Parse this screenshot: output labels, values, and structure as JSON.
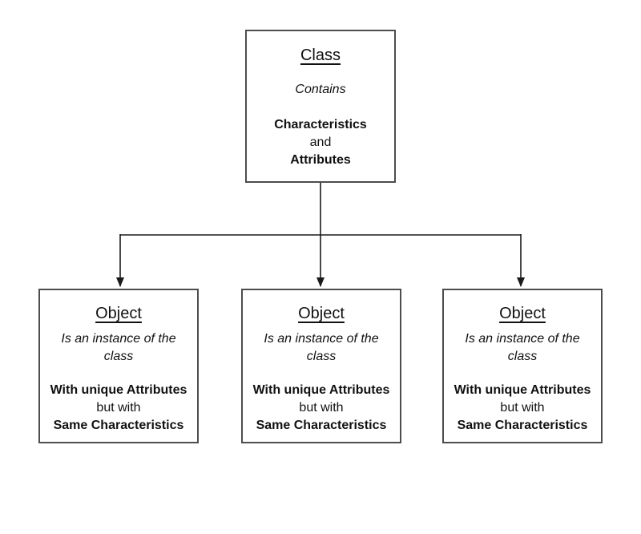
{
  "diagram": {
    "class_box": {
      "title": "Class",
      "subtitle": "Contains",
      "lines": [
        "Characteristics",
        "and",
        "Attributes"
      ]
    },
    "object_boxes": [
      {
        "title": "Object",
        "subtitle": "Is an instance of the class",
        "lines": [
          "With unique Attributes",
          "but with",
          "Same Characteristics"
        ]
      },
      {
        "title": "Object",
        "subtitle": "Is an instance of the class",
        "lines": [
          "With unique Attributes",
          "but with",
          "Same Characteristics"
        ]
      },
      {
        "title": "Object",
        "subtitle": "Is an instance of the class",
        "lines": [
          "With unique Attributes",
          "but with",
          "Same Characteristics"
        ]
      }
    ]
  },
  "colors": {
    "background": "#ffffff",
    "box_border": "#4d4d4d",
    "text": "#111111",
    "connector": "#1a1a1a"
  }
}
